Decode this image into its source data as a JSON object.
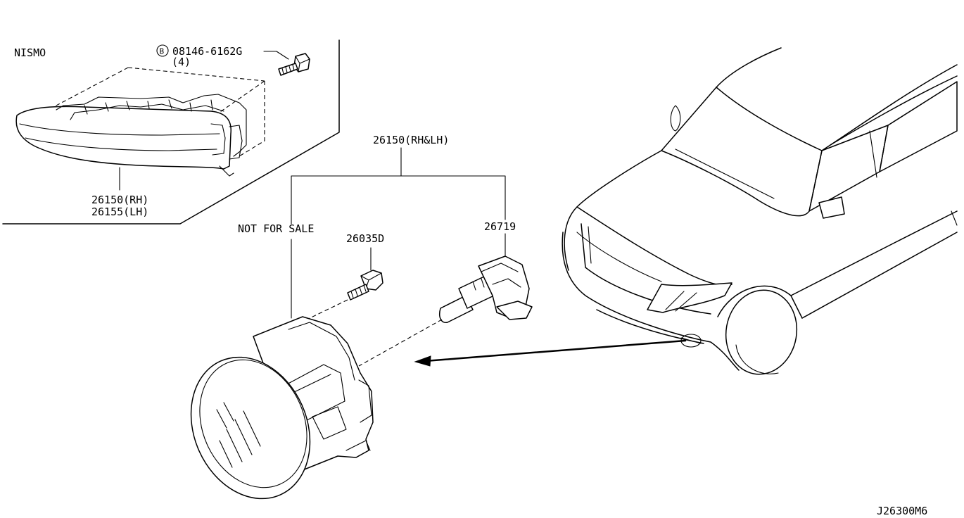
{
  "diagram_code": "J26300M6",
  "inset": {
    "label": "NISMO",
    "bolt_circle_letter": "B",
    "bolt_part": "08146-6162G",
    "bolt_qty": "(4)",
    "lamp_rh": "26150(RH)",
    "lamp_lh": "26155(LH)"
  },
  "parts": {
    "fog_lamp_assy": "26150(RH&LH)",
    "not_for_sale": "NOT FOR SALE",
    "screw": "26035D",
    "bulb": "26719"
  }
}
